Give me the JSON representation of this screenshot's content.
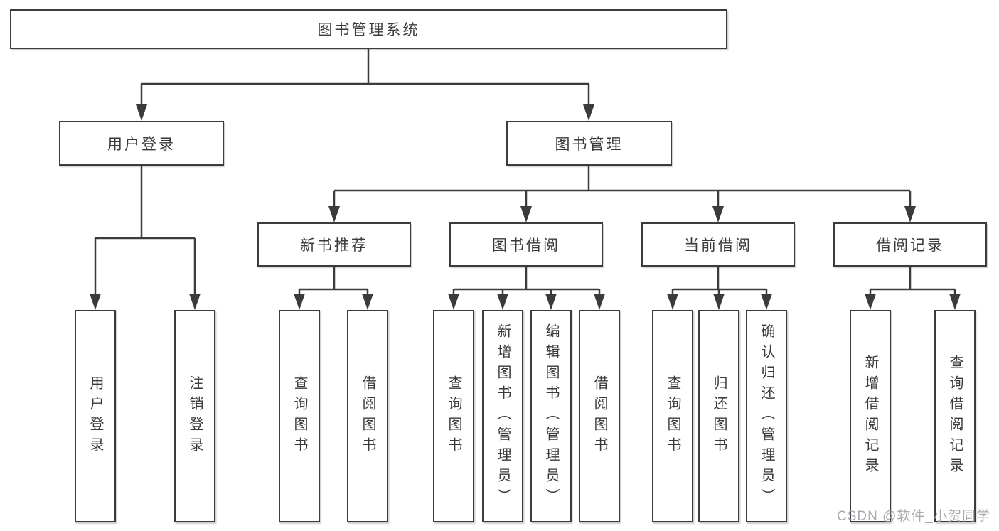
{
  "tree": {
    "label": "图书管理系统",
    "children": [
      {
        "label": "用户登录",
        "children": [
          {
            "label": "用户登录"
          },
          {
            "label": "注销登录"
          }
        ]
      },
      {
        "label": "图书管理",
        "children": [
          {
            "label": "新书推荐",
            "children": [
              {
                "label": "查询图书"
              },
              {
                "label": "借阅图书"
              }
            ]
          },
          {
            "label": "图书借阅",
            "children": [
              {
                "label": "查询图书"
              },
              {
                "label": "新增图书（管理员）"
              },
              {
                "label": "编辑图书（管理员）"
              },
              {
                "label": "借阅图书"
              }
            ]
          },
          {
            "label": "当前借阅",
            "children": [
              {
                "label": "查询图书"
              },
              {
                "label": "归还图书"
              },
              {
                "label": "确认归还（管理员）"
              }
            ]
          },
          {
            "label": "借阅记录",
            "children": [
              {
                "label": "新增借阅记录"
              },
              {
                "label": "查询借阅记录"
              }
            ]
          }
        ]
      }
    ]
  },
  "watermark": {
    "text": "CSDN @软件_小贺同学"
  },
  "colors": {
    "line": "#3b3b3b",
    "text": "#3a3a3a",
    "background": "#ffffff",
    "watermark": "#9e9ea6"
  }
}
